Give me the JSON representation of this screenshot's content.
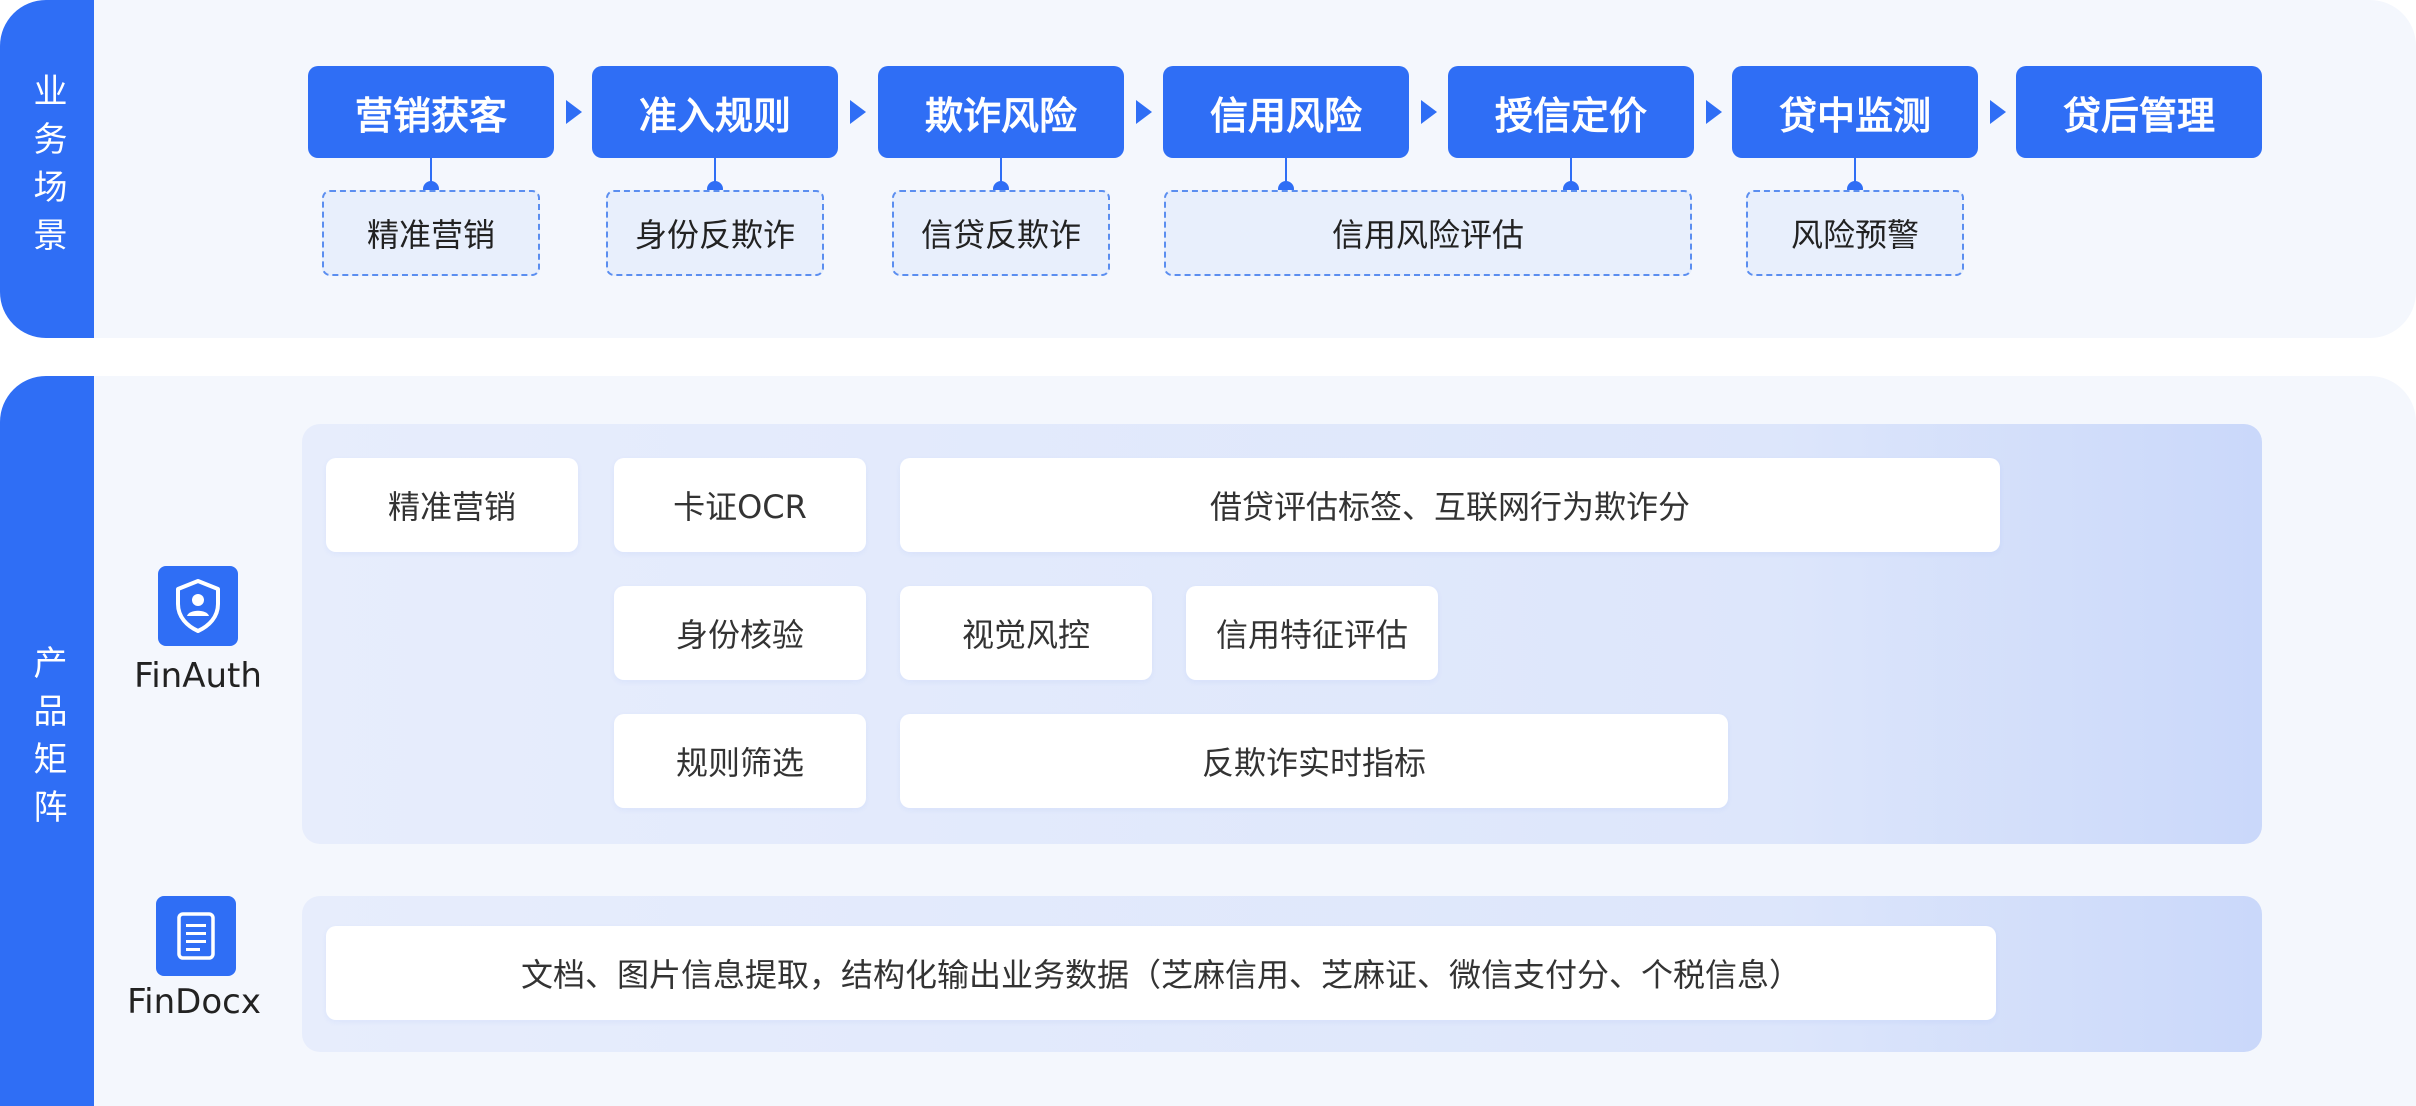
{
  "sections": {
    "business_label": "业务场景",
    "product_label": "产品矩阵"
  },
  "stages": [
    "营销获客",
    "准入规则",
    "欺诈风险",
    "信用风险",
    "授信定价",
    "贷中监测",
    "贷后管理"
  ],
  "scenarios": [
    "精准营销",
    "身份反欺诈",
    "信贷反欺诈",
    "信用风险评估",
    "风险预警"
  ],
  "products": {
    "finauth": {
      "name": "FinAuth",
      "icon": "shield-user-icon",
      "features": [
        "精准营销",
        "卡证OCR",
        "借贷评估标签、互联网行为欺诈分",
        "身份核验",
        "视觉风控",
        "信用特征评估",
        "规则筛选",
        "反欺诈实时指标"
      ]
    },
    "findocx": {
      "name": "FinDocx",
      "icon": "document-icon",
      "features": [
        "文档、图片信息提取，结构化输出业务数据（芝麻信用、芝麻证、微信支付分、个税信息）"
      ]
    }
  },
  "colors": {
    "primary": "#2f6ef5",
    "panel_bg": "#f4f7fd",
    "scenario_bg": "#e8effc"
  }
}
